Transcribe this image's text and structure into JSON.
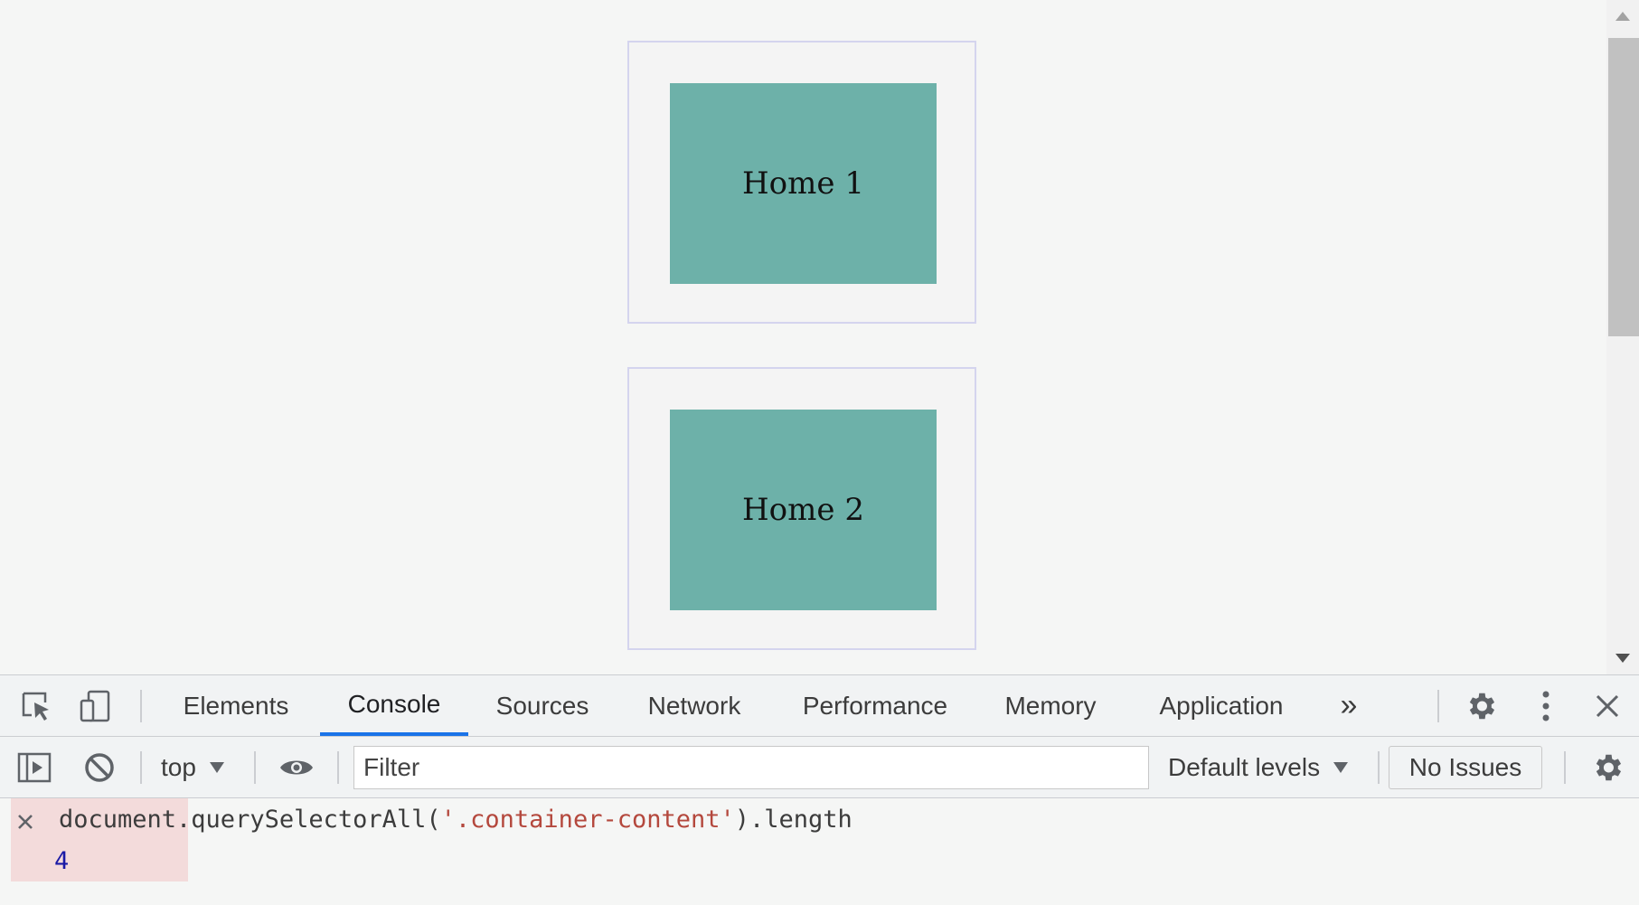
{
  "page": {
    "containers": [
      {
        "label": "Home 1"
      },
      {
        "label": "Home 2"
      }
    ]
  },
  "devtools": {
    "tabs": [
      "Elements",
      "Console",
      "Sources",
      "Network",
      "Performance",
      "Memory",
      "Application"
    ],
    "active_tab": "Console",
    "more_tabs_glyph": "»",
    "toolbar": {
      "context": "top",
      "filter_placeholder": "Filter",
      "levels": "Default levels",
      "issues": "No Issues"
    },
    "console": {
      "code_prefix": "document.querySelectorAll(",
      "code_string": "'.container-content'",
      "code_suffix": ").length",
      "result": "4"
    }
  },
  "colors": {
    "content_fill": "#6db1a9",
    "active_tab_underline": "#1a73e8",
    "error_entry_bg": "#f3dbdb",
    "string_token": "#b4483d",
    "number_result": "#1a1aa6"
  }
}
